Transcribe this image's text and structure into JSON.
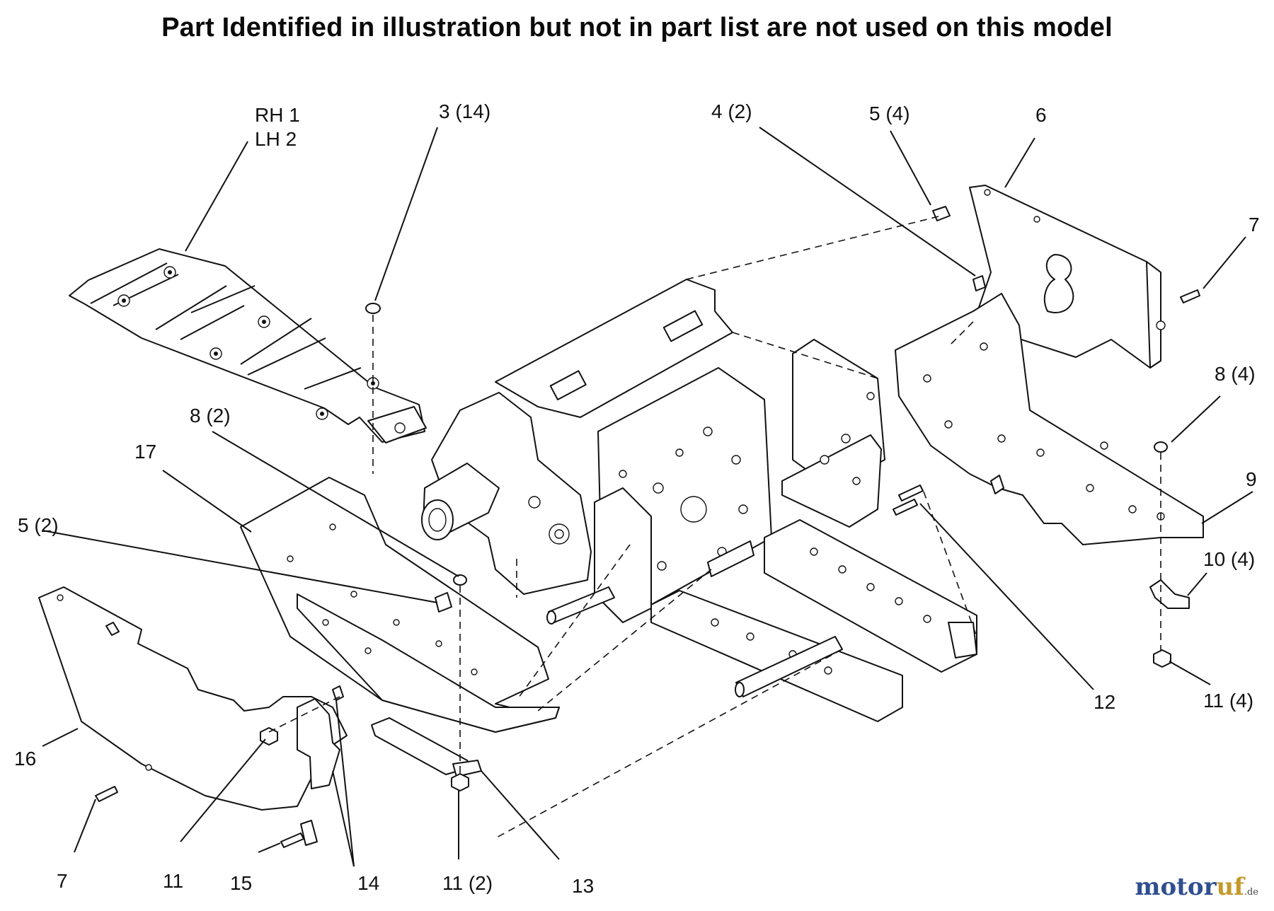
{
  "header": {
    "note": "Part Identified in illustration but not in part list are not used on this model"
  },
  "callouts": {
    "rh_1": "RH 1",
    "lh_2": "LH 2",
    "c3_14": "3 (14)",
    "c4_2": "4 (2)",
    "c5_4": "5 (4)",
    "c6": "6",
    "c7_right": "7",
    "c8_4": "8 (4)",
    "c9": "9",
    "c10_4": "10 (4)",
    "c11_4": "11 (4)",
    "c12": "12",
    "c8_2": "8 (2)",
    "c17": "17",
    "c5_2": "5 (2)",
    "c16": "16",
    "c7_left": "7",
    "c11": "11",
    "c15": "15",
    "c14": "14",
    "c11_2": "11 (2)",
    "c13": "13"
  },
  "watermark": {
    "part_a": "motor",
    "part_b": "uf",
    "suffix": ".de"
  }
}
